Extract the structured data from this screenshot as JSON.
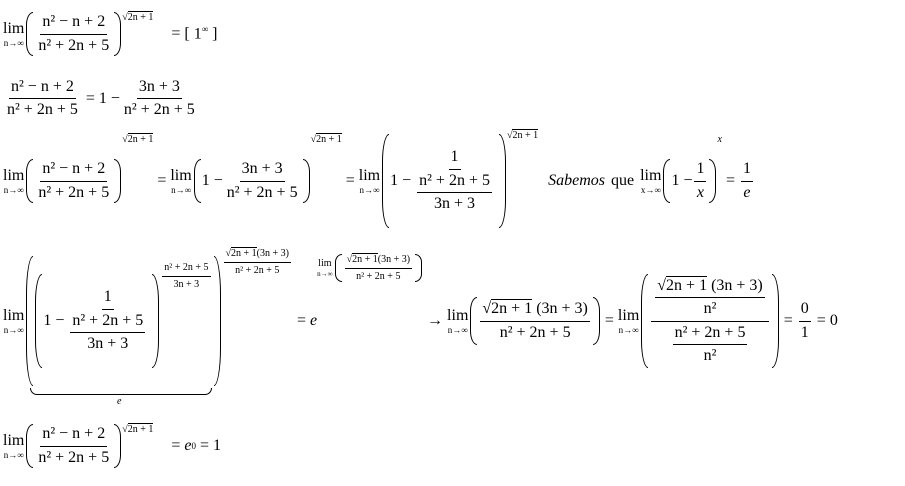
{
  "lim": "lim",
  "n_to_inf": "n→∞",
  "x_to_inf": "x→∞",
  "num": "n² − n + 2",
  "den": "n² + 2n + 5",
  "num3": "3n + 3",
  "one": "1",
  "minus": "1 −",
  "radicand": "2n + 1",
  "eq": "=",
  "arrow": "→",
  "indet": "1",
  "inf": "∞",
  "sabemos": "Sabemos",
  "que": "que",
  "x": "x",
  "e": "e",
  "sqrt_prod": "(3n + 3)",
  "n2": "n²",
  "zero": "0",
  "result_e0": "e",
  "exp0": "0",
  "final_one": "1"
}
